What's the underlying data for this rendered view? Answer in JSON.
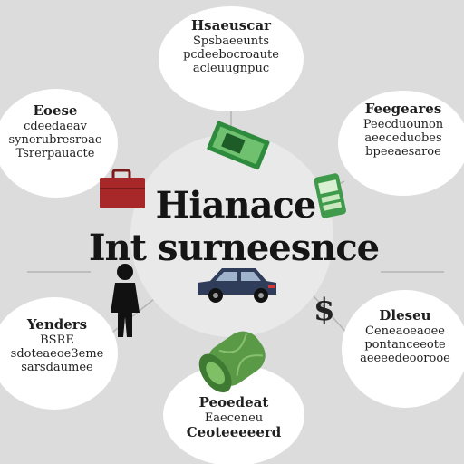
{
  "center": {
    "title": "Hianace",
    "subtitle": "Int surneesnce"
  },
  "bubbles": {
    "top": {
      "lines": [
        "Hsaeuscar",
        "Spsbaeeunts",
        "pcdeebocroaute",
        "acleuugnpuc"
      ]
    },
    "top_left": {
      "lines": [
        "Eoese",
        "cdeedaeav",
        "synerubresroae",
        "Tsrerpauacte"
      ]
    },
    "top_right": {
      "lines": [
        "Feegeares",
        "Peecduounon",
        "aeeceduobes",
        "bpeeaesaroe"
      ]
    },
    "bottom_left": {
      "lines": [
        "Yenders",
        "BSRE",
        "sdoteaeoe3eme",
        "sarsdaumee"
      ]
    },
    "bottom_right": {
      "lines": [
        "Dleseu",
        "Ceneaoeaoee",
        "pontanceeote",
        "aeeeedeoorooe"
      ]
    },
    "bottom": {
      "lines": [
        "Peoedeat",
        "Eaeceneu",
        "Ceoteeeeerd"
      ]
    }
  },
  "symbols": {
    "dollar": "$"
  },
  "colors": {
    "background": "#dcdcdc",
    "bubble": "#ffffff",
    "connector": "#b4b4b4",
    "money_green": "#3f9b4b",
    "briefcase_red": "#a8282a",
    "car_navy": "#2f3d5a"
  }
}
